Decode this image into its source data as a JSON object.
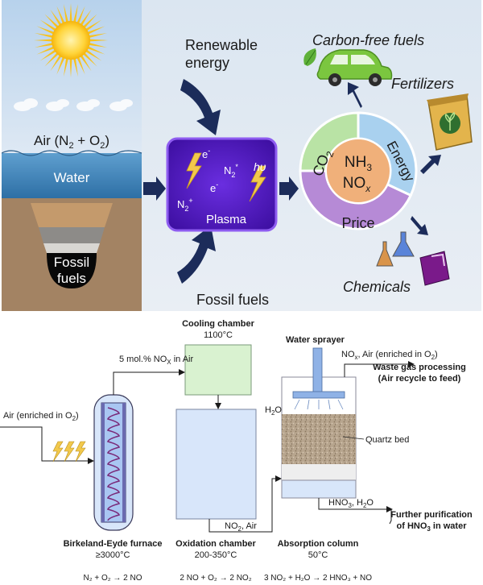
{
  "top": {
    "renewable_line1": "Renewable",
    "renewable_line2": "energy",
    "fossil_fuels_bottom": "Fossil fuels",
    "air_label": "Air (N",
    "air_sub": "2",
    "air_plus": " + O",
    "air_sub2": "2",
    "air_close": ")",
    "water_label": "Water",
    "fossil_line1": "Fossil",
    "fossil_line2": "fuels",
    "plasma_label": "Plasma",
    "plasma_e1": "e",
    "plasma_e2": "e",
    "plasma_minus": "-",
    "plasma_n2": "N",
    "plasma_n2_sub": "2",
    "plasma_star": "*",
    "plasma_n2plus": "N",
    "plasma_n2plus_sub": "2",
    "plasma_plus": "+",
    "plasma_hv": "hυ",
    "ring_co2": "CO",
    "ring_co2_sub": "2",
    "ring_energy": "Energy",
    "ring_price": "Price",
    "center_nh3": "NH",
    "center_nh3_sub": "3",
    "center_nox": "NO",
    "center_nox_sub": "x",
    "carbon_free": "Carbon-free fuels",
    "fertilizers": "Fertilizers",
    "chemicals": "Chemicals"
  },
  "bottom": {
    "cooling_title": "Cooling chamber",
    "cooling_temp": "1100°C",
    "nox_in_air": "5 mol.% NO",
    "nox_in_air_sub": "X",
    "nox_in_air_tail": " in Air",
    "air_enriched": "Air (enriched in O",
    "air_enriched_sub": "2",
    "air_enriched_close": ")",
    "water_sprayer": "Water sprayer",
    "nox_out": "NO",
    "nox_out_sub": "x",
    "nox_out_tail": ", Air (enriched in O",
    "nox_out_sub2": "2",
    "nox_out_close": ")",
    "waste_gas_line1": "Waste gas processing",
    "waste_gas_line2": "(Air recycle to feed)",
    "h2o_label": "H",
    "h2o_sub": "2",
    "h2o_tail": "O",
    "quartz_bed": "Quartz bed",
    "no2_air": "NO",
    "no2_air_sub": "2",
    "no2_air_tail": ", Air",
    "hno3_h2o": "HNO",
    "hno3_h2o_sub": "3",
    "hno3_h2o_tail": ", H",
    "hno3_h2o_sub2": "2",
    "hno3_h2o_close": "O",
    "further_line1": "Further purification",
    "further_line2_a": "of HNO",
    "further_line2_sub": "3",
    "further_line2_b": " in water",
    "birkeland_title": "Birkeland-Eyde furnace",
    "birkeland_temp": "≥3000°C",
    "oxidation_title": "Oxidation chamber",
    "oxidation_temp": "200-350°C",
    "absorption_title": "Absorption column",
    "absorption_temp": "50°C",
    "eq1": "N₂ + O₂ → 2 NO",
    "eq2": "2 NO + O₂ → 2 NO₂",
    "eq3": "3 NO₂ + H₂O → 2 HNO₃ + NO"
  },
  "colors": {
    "plasma_purple": "#5b1fc9",
    "ring_green": "#b9e3a5",
    "ring_blue": "#a9d1ef",
    "ring_purple": "#b68ad6",
    "center_orange": "#f0b07a",
    "arrow_navy": "#1c2c5a",
    "cooling_green": "#d9f2d0",
    "light_blue": "#d8e6fa"
  }
}
